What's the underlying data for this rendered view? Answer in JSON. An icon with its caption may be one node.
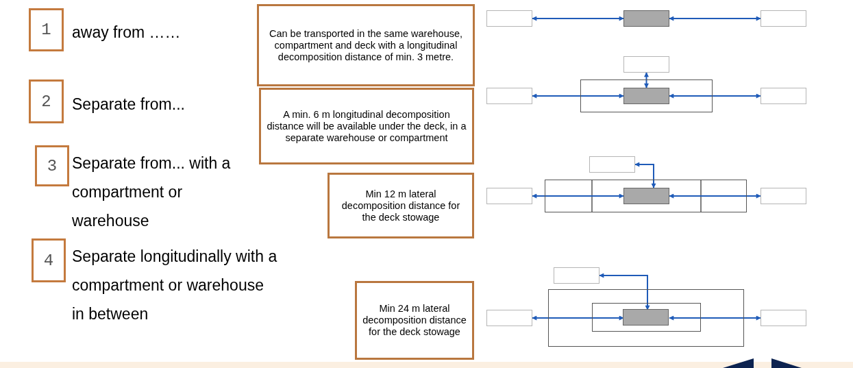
{
  "diagram": {
    "nodes": [
      {
        "text": [
          "1"
        ],
        "beside": [
          "away from ……"
        ]
      },
      {
        "text": [
          "Can be transported in the same warehouse, compartment and deck with a longitudinal decomposition distance of min. 3 metre."
        ]
      },
      {
        "text": [],
        "shape": "box"
      },
      {
        "text": [],
        "shape": "box"
      },
      {
        "text": [],
        "shape": "box"
      },
      {
        "text": [
          "2"
        ],
        "beside": [
          "Separate from..."
        ]
      },
      {
        "text": [
          "A min. 6 m longitudinal decomposition distance will be available under the deck, in a separate warehouse or compartment"
        ]
      },
      {
        "text": [],
        "shape": "box"
      },
      {
        "text": [],
        "shape": "box"
      },
      {
        "text": [],
        "shape": "box"
      },
      {
        "text": [],
        "shape": "box",
        "in": 9
      },
      {
        "text": [],
        "shape": "box"
      },
      {
        "text": [
          "3"
        ],
        "beside": [
          "Separate from... with a compartment or warehouse"
        ]
      },
      {
        "text": [
          "Min 12 m lateral decomposition distance for the deck stowage"
        ]
      },
      {
        "text": [],
        "shape": "box"
      },
      {
        "text": [],
        "shape": "box"
      },
      {
        "text": [],
        "shape": "box"
      },
      {
        "text": [],
        "shape": "box",
        "in": 16
      },
      {
        "text": [],
        "shape": "box"
      },
      {
        "text": [
          "4"
        ],
        "beside": [
          "Separate longitudinally with a compartment or warehouse in between"
        ]
      },
      {
        "text": [
          "Min 24 m lateral decomposition distance for the deck stowage"
        ]
      },
      {
        "text": [],
        "shape": "box"
      },
      {
        "text": [],
        "shape": "box"
      },
      {
        "text": [],
        "shape": "box"
      },
      {
        "text": [],
        "shape": "box",
        "in": 23
      },
      {
        "text": [],
        "shape": "box",
        "in": 24
      },
      {
        "text": [],
        "shape": "box"
      }
    ],
    "edges": [
      {
        "from": 2,
        "to": 3,
        "arrow": "both"
      },
      {
        "from": 3,
        "to": 4,
        "arrow": "both"
      },
      {
        "from": 7,
        "to": 10,
        "arrow": "both"
      },
      {
        "from": 8,
        "to": 10,
        "arrow": "both"
      },
      {
        "from": 10,
        "to": 11,
        "arrow": "both"
      },
      {
        "from": 17,
        "to": 14,
        "arrow": "both"
      },
      {
        "from": 15,
        "to": 17,
        "arrow": "both"
      },
      {
        "from": 17,
        "to": 18,
        "arrow": "both"
      },
      {
        "from": 25,
        "to": 21,
        "arrow": "both"
      },
      {
        "from": 22,
        "to": 25,
        "arrow": "both"
      },
      {
        "from": 25,
        "to": 26,
        "arrow": "both"
      }
    ]
  }
}
